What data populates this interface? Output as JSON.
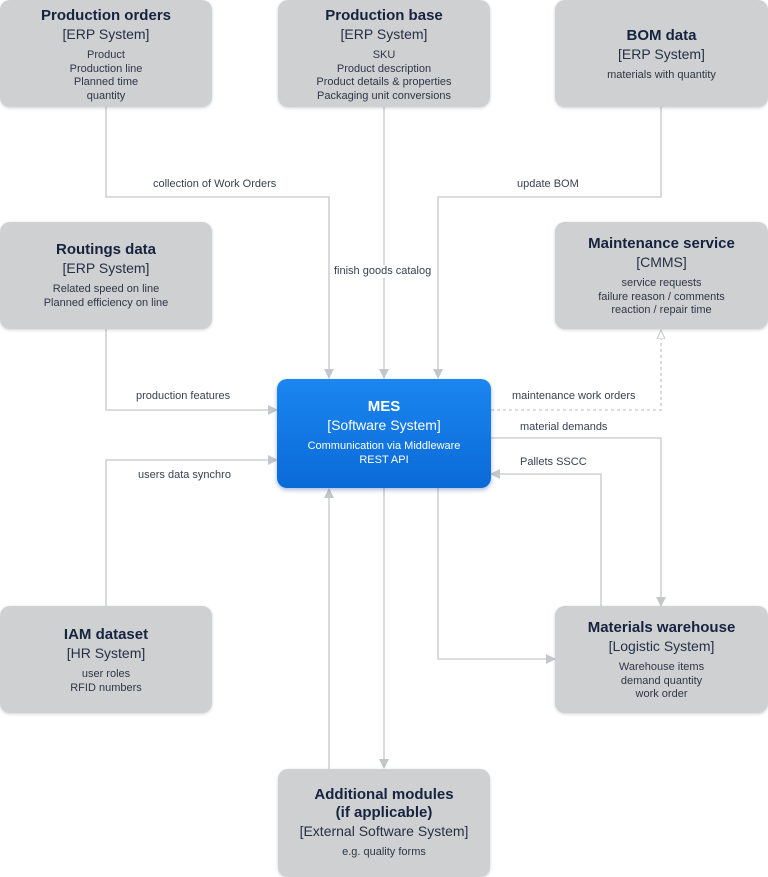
{
  "nodes": {
    "production_orders": {
      "title": "Production orders",
      "system": "[ERP System]",
      "lines": [
        "Product",
        "Production line",
        "Planned time",
        "quantity"
      ]
    },
    "production_base": {
      "title": "Production base",
      "system": "[ERP System]",
      "lines": [
        "SKU",
        "Product description",
        "Product details & properties",
        "Packaging unit conversions"
      ]
    },
    "bom_data": {
      "title": "BOM data",
      "system": "[ERP System]",
      "lines": [
        "materials with quantity"
      ]
    },
    "routings_data": {
      "title": "Routings data",
      "system": "[ERP System]",
      "lines": [
        "Related speed on line",
        "Planned efficiency on line"
      ]
    },
    "maintenance_service": {
      "title": "Maintenance service",
      "system": "[CMMS]",
      "lines": [
        "service requests",
        "failure reason / comments",
        "reaction / repair time"
      ]
    },
    "mes": {
      "title": "MES",
      "system": "[Software System]",
      "lines": [
        "Communication via Middleware",
        "REST API"
      ]
    },
    "iam_dataset": {
      "title": "IAM dataset",
      "system": "[HR System]",
      "lines": [
        "user roles",
        "RFID numbers"
      ]
    },
    "materials_warehouse": {
      "title": "Materials warehouse",
      "system": "[Logistic System]",
      "lines": [
        "Warehouse items",
        "demand quantity",
        "work order"
      ]
    },
    "additional_modules": {
      "title_line1": "Additional modules",
      "title_line2": "(if applicable)",
      "system": "[External Software System]",
      "lines": [
        "e.g. quality forms"
      ]
    }
  },
  "edges": {
    "collection_of_work_orders": "collection of Work Orders",
    "update_bom": "update BOM",
    "finish_goods_catalog": "finish goods catalog",
    "production_features": "production features",
    "maintenance_work_orders": "maintenance work orders",
    "material_demands": "material demands",
    "pallets_sscc": "Pallets SSCC",
    "users_data_synchro": "users data synchro"
  },
  "colors": {
    "box_fill": "#cfd0d1",
    "mes_fill": "#0f76e3",
    "edge_line": "#c4c6c9",
    "title_text": "#15233f"
  }
}
